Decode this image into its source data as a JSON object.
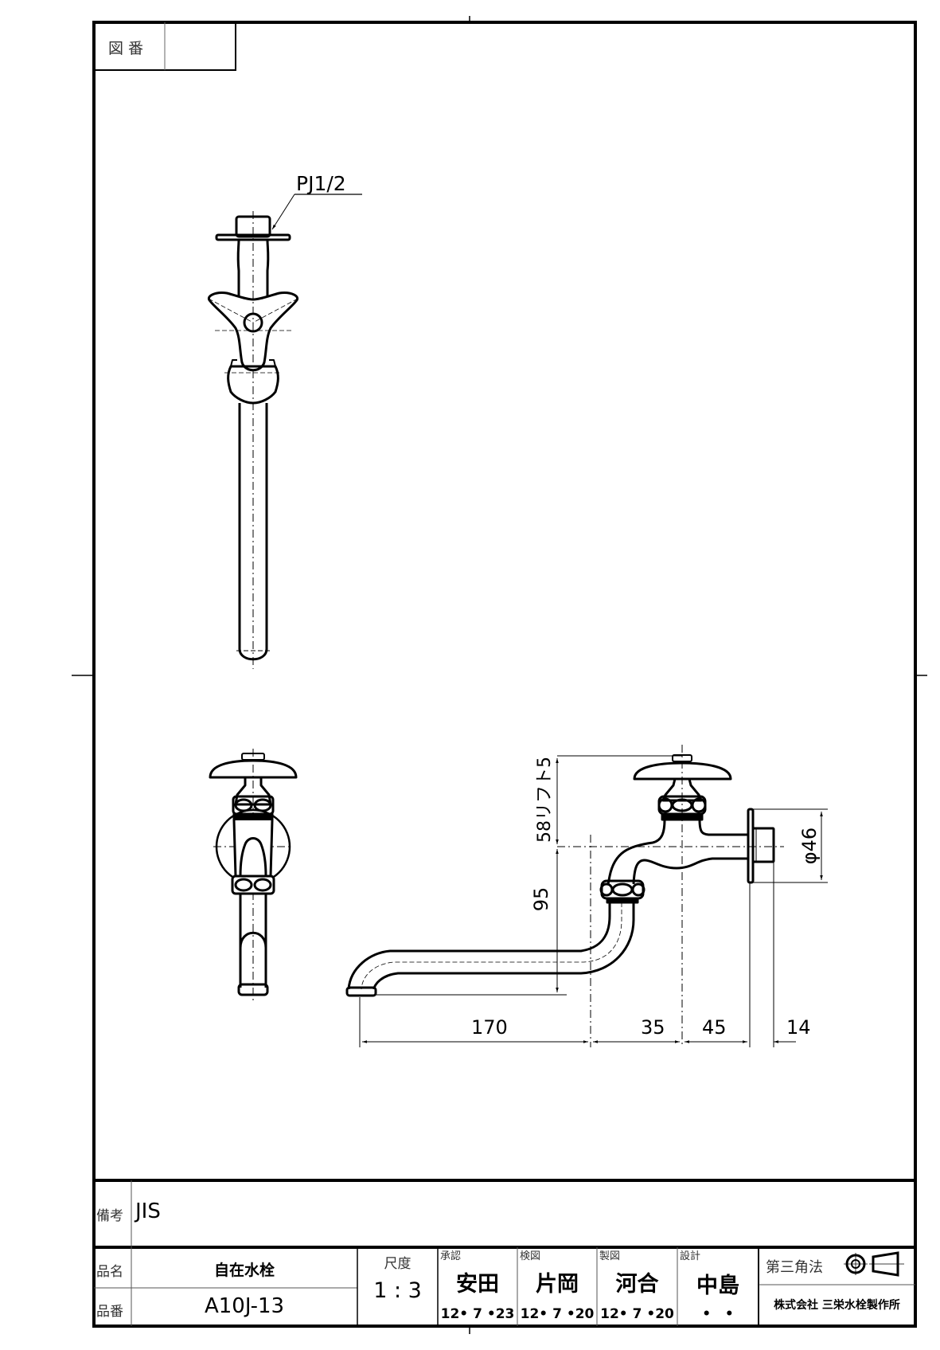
{
  "drawing_number": {
    "label": "図番",
    "value": ""
  },
  "views": {
    "top_view": {
      "thread_callout": "PJ1/2"
    },
    "side_view": {
      "dimensions": {
        "handle_height": "58リフト5",
        "spout_drop": "95",
        "wall_flange_dia": "φ46",
        "spout_reach": "170",
        "elbow_offset": "35",
        "body_to_flange": "45",
        "thread_length": "14"
      }
    }
  },
  "title_block": {
    "remarks_label": "備考",
    "remarks_value": "JIS",
    "product_name_label": "品名",
    "product_name": "自在水栓",
    "product_number_label": "品番",
    "product_number": "A10J-13",
    "scale_label": "尺度",
    "scale": "1 : 3",
    "approvals": [
      {
        "role": "承認",
        "name": "安田",
        "date": "12• 7 •23"
      },
      {
        "role": "検図",
        "name": "片岡",
        "date": "12• 7 •20"
      },
      {
        "role": "製図",
        "name": "河合",
        "date": "12• 7 •20"
      },
      {
        "role": "設計",
        "name": "中島",
        "date": "•   •"
      }
    ],
    "projection_label": "第三角法",
    "company": "株式会社 三栄水栓製作所"
  }
}
